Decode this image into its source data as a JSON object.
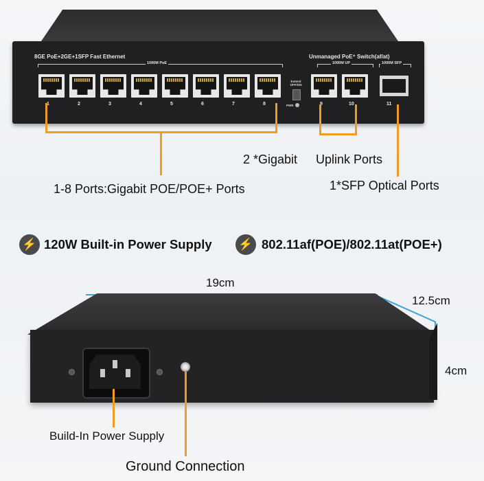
{
  "front": {
    "model_label": "8GE PoE+2GE+1SFP Fast Ethernet",
    "poe_group_label": "1000M PoE",
    "switch_label": "Unmanaged PoE⁺ Switch(af/at)",
    "uplink_group_label": "1000M UP",
    "sfp_group_label": "1000M SFP",
    "extend_label": "Extend OFF/ON",
    "pwr_label": "PWR",
    "poe_ports": [
      "1",
      "2",
      "3",
      "4",
      "5",
      "6",
      "7",
      "8"
    ],
    "uplink_ports": [
      "9",
      "10"
    ],
    "sfp_port": "11"
  },
  "callouts": {
    "uplink_prefix": "2 *Gigabit",
    "uplink_suffix": "Uplink Ports",
    "poe_ports": "1-8 Ports:Gigabit POE/POE+ Ports",
    "sfp": "1*SFP Optical Ports"
  },
  "features": [
    {
      "icon": "lightning-icon",
      "text": "120W Built-in Power Supply"
    },
    {
      "icon": "lightning-icon",
      "text": "802.11af(POE)/802.11at(POE+)"
    }
  ],
  "dimensions": {
    "width": "19cm",
    "depth": "12.5cm",
    "height": "4cm"
  },
  "back_callouts": {
    "power": "Build-In Power Supply",
    "ground": "Ground Connection"
  },
  "colors": {
    "callout_line": "#f39a20",
    "dimension_line": "#3aa7d6",
    "device": "#1f2022"
  }
}
